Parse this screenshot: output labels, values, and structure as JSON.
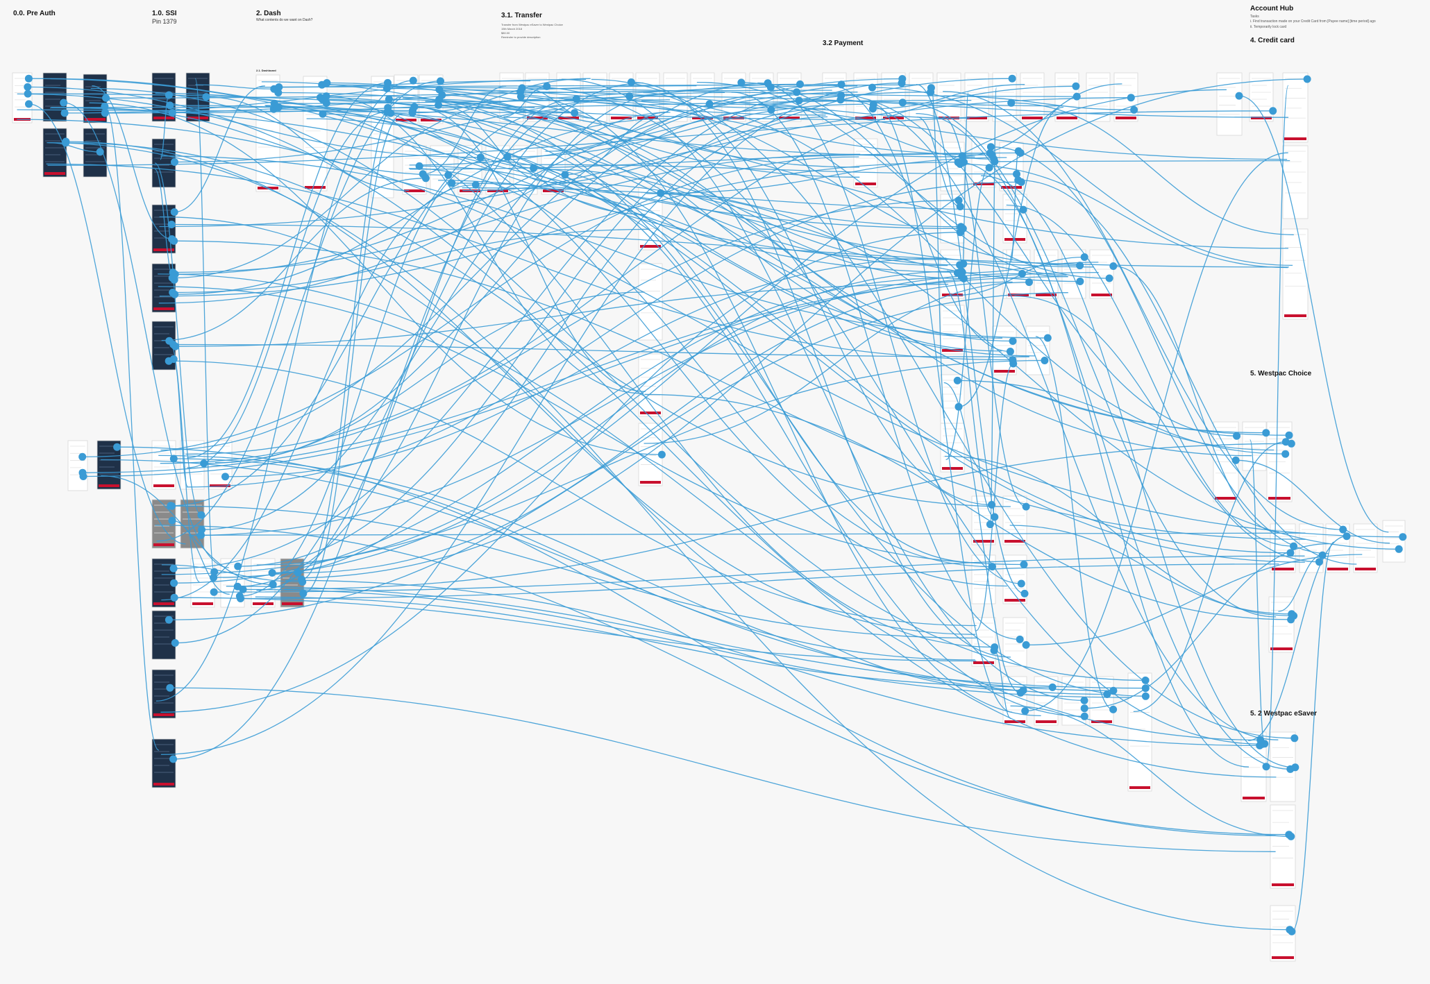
{
  "sections": {
    "pre_auth": {
      "title": "0.0. Pre Auth"
    },
    "ssi": {
      "title": "1.0. SSI",
      "subtitle": "Pin 1379"
    },
    "dash": {
      "title": "2. Dash",
      "subtitle": "What contents do we want on Dash?",
      "frame_label": "2.1. Dashboard"
    },
    "transfer": {
      "title": "3.1. Transfer",
      "notes": [
        "Transfer from Westpac eSaver to Westpac Choice",
        "15th March 2018",
        "$80.00",
        "Reminder to provide description"
      ]
    },
    "payment": {
      "title": "3.2 Payment"
    },
    "account_hub": {
      "title": "Account Hub",
      "tasks_label": "Tasks",
      "tasks": [
        "i. Find transaction made on your Credit Card from [Payee name] [time period] ago",
        "ii. Temporarily lock card"
      ]
    },
    "credit_card": {
      "title": "4. Credit card"
    },
    "westpac_choice": {
      "title": "5. Westpac Choice"
    },
    "westpac_esaver": {
      "title": "5. 2 Westpac eSaver"
    }
  },
  "colors": {
    "background": "#f7f7f7",
    "connector": "#3a9bd5",
    "screen_fill": "#ffffff",
    "screen_border": "#d8d8d8",
    "dark_screen": "#1f3148",
    "brand_red": "#c8102e",
    "modal_grey": "#8a8a8a"
  }
}
